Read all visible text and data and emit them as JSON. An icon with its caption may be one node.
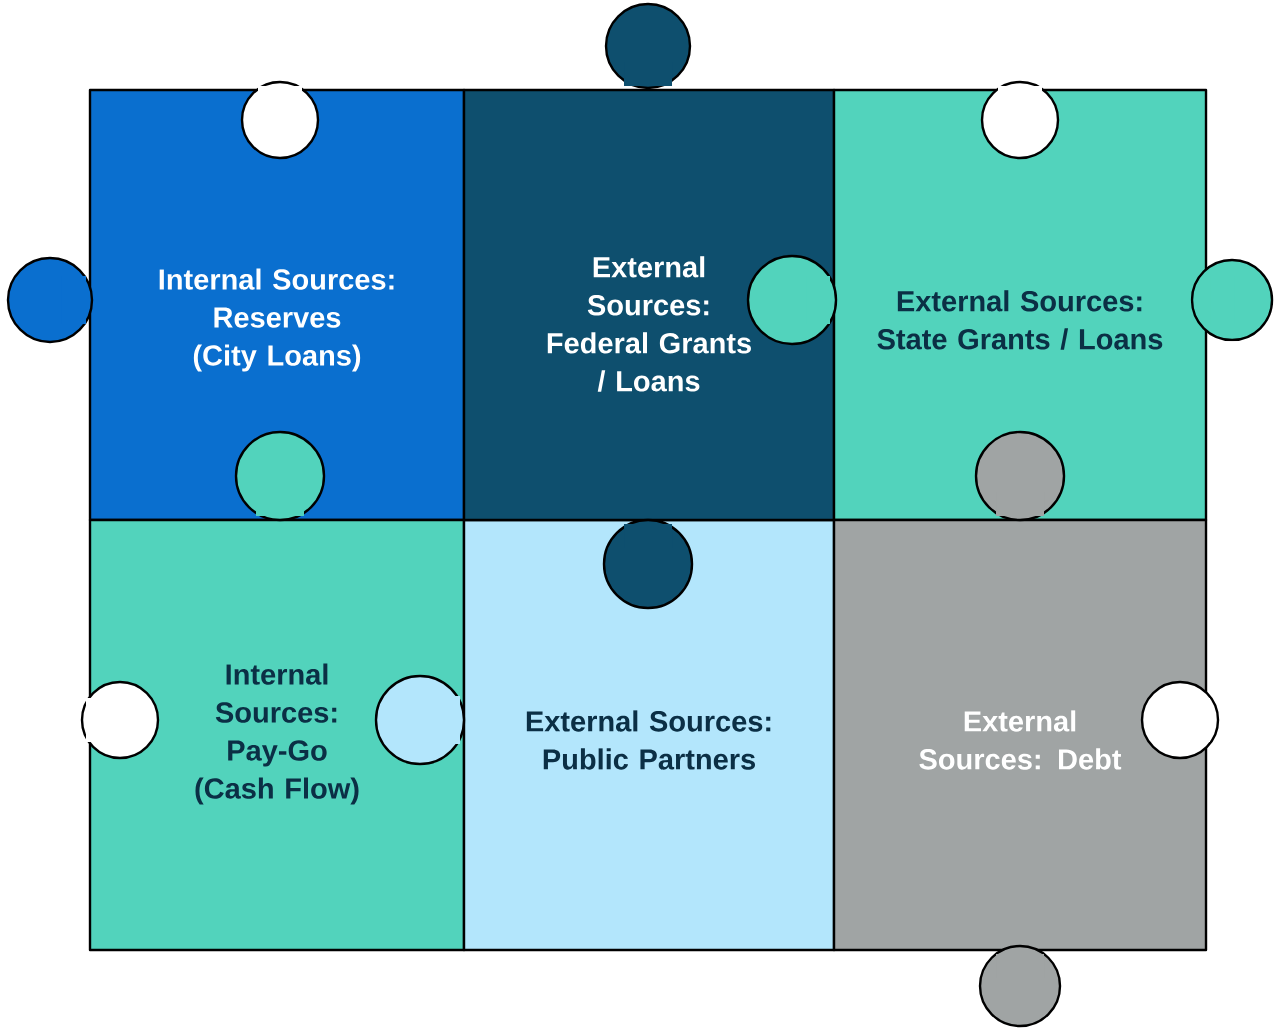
{
  "diagram": {
    "nodes": [
      {
        "text": [
          "Internal Sources: Reserves (City Loans)"
        ]
      },
      {
        "text": [
          "External Sources: Federal Grants / Loans"
        ]
      },
      {
        "text": [
          "External Sources: State Grants / Loans"
        ]
      },
      {
        "text": [
          "Internal Sources: Pay-Go (Cash Flow)"
        ]
      },
      {
        "text": [
          "External Sources: Public Partners"
        ]
      },
      {
        "text": [
          "External Sources: Debt"
        ]
      }
    ]
  }
}
